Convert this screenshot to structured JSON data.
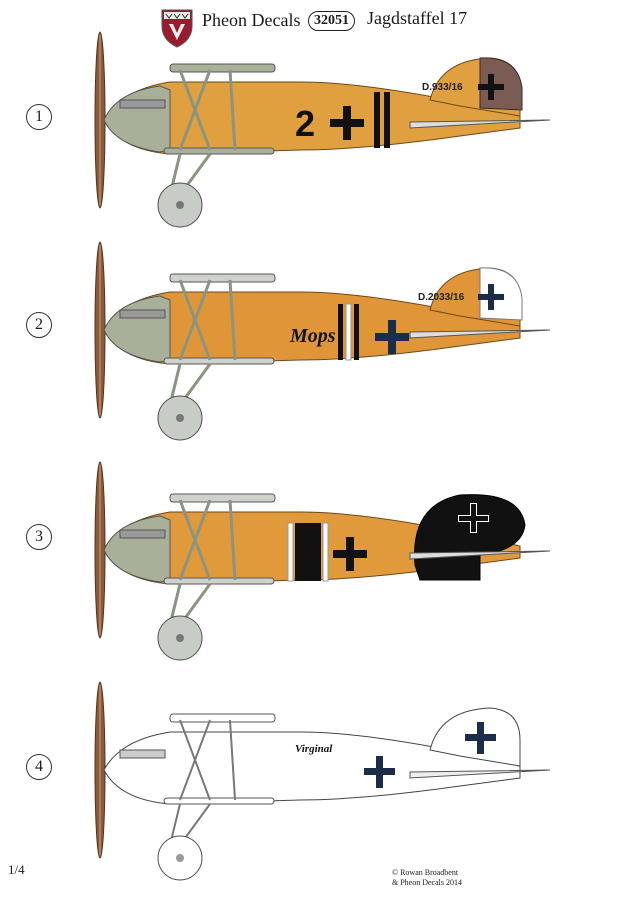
{
  "header": {
    "brand": "Pheon Decals",
    "code": "32051",
    "unit": "Jagdstaffel 17"
  },
  "profiles": [
    {
      "number": "1",
      "serial": "D.933/16",
      "fuselage_code": "2",
      "color_fuselage": "#e0a040",
      "color_tail": "#7a5c55",
      "color_nose": "#a8b09a"
    },
    {
      "number": "2",
      "serial": "D.2033/16",
      "name": "Mops",
      "color_fuselage": "#e09638",
      "color_tail": "#ffffff",
      "color_nose": "#a8b09a"
    },
    {
      "number": "3",
      "color_fuselage": "#e09a3c",
      "color_tail": "#111111",
      "color_nose": "#a8b09a"
    },
    {
      "number": "4",
      "name": "Virginal",
      "color_fuselage": "#ffffff",
      "color_tail": "#ffffff",
      "color_nose": "#ffffff"
    }
  ],
  "footer": {
    "page": "1/4",
    "credit_line1": "© Rowan Broadbent",
    "credit_line2": "& Pheon Decals 2014"
  },
  "colors": {
    "cross": "#111111",
    "cross_navy": "#1a2e4a",
    "strut": "#8a9480",
    "wheel": "#c8ccc6"
  }
}
